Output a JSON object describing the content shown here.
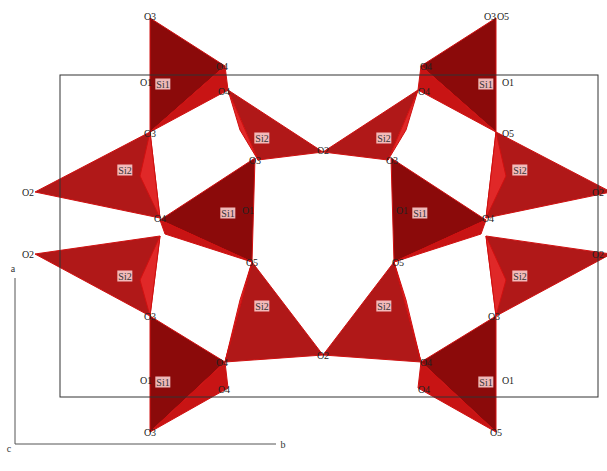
{
  "diagram": {
    "labels": [
      "O3",
      "O3",
      "O5",
      "O4",
      "O4",
      "O1",
      "Si1",
      "Si1",
      "O1",
      "O4",
      "O4",
      "O3",
      "Si2",
      "Si2",
      "O2",
      "Si2",
      "Si2",
      "O3",
      "O3",
      "O5",
      "O2",
      "O2",
      "O4",
      "O1",
      "Si1",
      "O1",
      "Si1",
      "O4",
      "O2",
      "O2",
      "Si2",
      "Si2",
      "O5",
      "O5",
      "Si2",
      "Si2",
      "O3",
      "O3",
      "O2",
      "O4",
      "O4",
      "O1",
      "Si1",
      "Si1",
      "O1",
      "O4",
      "O4",
      "O3",
      "O5",
      "a",
      "c",
      "b"
    ]
  }
}
